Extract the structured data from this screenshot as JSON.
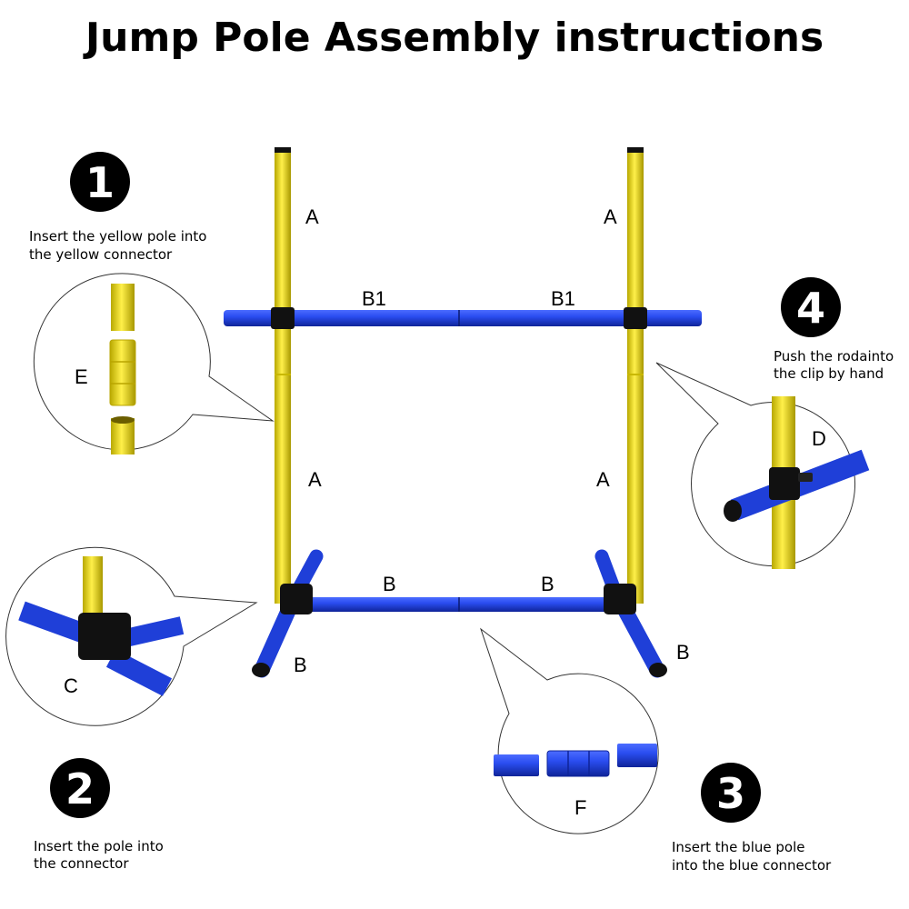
{
  "title": "Jump Pole Assembly instructions",
  "steps": [
    {
      "number": "1",
      "line1": "Insert the yellow pole into",
      "line2": "the yellow connector"
    },
    {
      "number": "2",
      "line1": "Insert the pole into",
      "line2": "the connector"
    },
    {
      "number": "3",
      "line1": "Insert the blue pole",
      "line2": "into the blue connector"
    },
    {
      "number": "4",
      "line1": "Push the rodainto",
      "line2": "the clip by hand"
    }
  ],
  "labels": {
    "A": "A",
    "B": "B",
    "B1": "B1",
    "C": "C",
    "D": "D",
    "E": "E",
    "F": "F"
  },
  "colors": {
    "yellow": "#f2e21a",
    "blue": "#1f3fd8",
    "black": "#111111"
  }
}
